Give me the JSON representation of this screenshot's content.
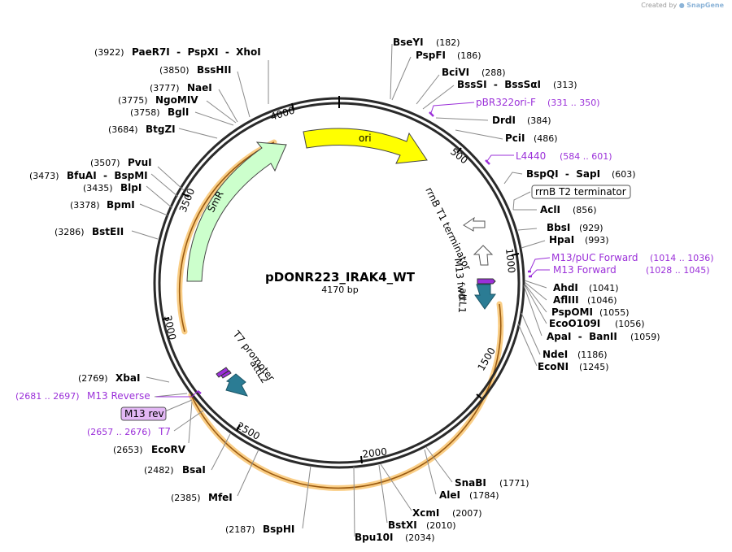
{
  "credit": {
    "prefix": "Created by",
    "brand": "SnapGene"
  },
  "plasmid": {
    "name": "pDONR223_IRAK4_WT",
    "length": "4170 bp"
  },
  "ticks": [
    "500",
    "1000",
    "1500",
    "2000",
    "2500",
    "3000",
    "3500",
    "4000"
  ],
  "sites_right": [
    {
      "name": "BseYI",
      "pos": "(182)"
    },
    {
      "name": "PspFI",
      "pos": "(186)"
    },
    {
      "name": "BciVI",
      "pos": "(288)"
    },
    {
      "name": "BssSI  -  BssSαI",
      "pos": "(313)"
    },
    {
      "name": "DrdI",
      "pos": "(384)"
    },
    {
      "name": "PciI",
      "pos": "(486)"
    },
    {
      "name": "BspQI  -  SapI",
      "pos": "(603)"
    },
    {
      "name": "AclI",
      "pos": "(856)"
    },
    {
      "name": "BbsI",
      "pos": "(929)"
    },
    {
      "name": "HpaI",
      "pos": "(993)"
    },
    {
      "name": "AhdI",
      "pos": "(1041)"
    },
    {
      "name": "AflIII",
      "pos": "(1046)"
    },
    {
      "name": "PspOMI",
      "pos": "(1055)"
    },
    {
      "name": "EcoO109I",
      "pos": "(1056)"
    },
    {
      "name": "ApaI  -  BanII",
      "pos": "(1059)"
    },
    {
      "name": "NdeI",
      "pos": "(1186)"
    },
    {
      "name": "EcoNI",
      "pos": "(1245)"
    },
    {
      "name": "SnaBI",
      "pos": "(1771)"
    },
    {
      "name": "AleI",
      "pos": "(1784)"
    },
    {
      "name": "XcmI",
      "pos": "(2007)"
    },
    {
      "name": "BstXI",
      "pos": "(2010)"
    },
    {
      "name": "Bpu10I",
      "pos": "(2034)"
    }
  ],
  "sites_left": [
    {
      "name": "PaeR7I  -  PspXI  -  XhoI",
      "pos": "(3922)"
    },
    {
      "name": "BssHII",
      "pos": "(3850)"
    },
    {
      "name": "NaeI",
      "pos": "(3777)"
    },
    {
      "name": "NgoMIV",
      "pos": "(3775)"
    },
    {
      "name": "BglI",
      "pos": "(3758)"
    },
    {
      "name": "BtgZI",
      "pos": "(3684)"
    },
    {
      "name": "PvuI",
      "pos": "(3507)"
    },
    {
      "name": "BfuAI  -  BspMI",
      "pos": "(3473)"
    },
    {
      "name": "BlpI",
      "pos": "(3435)"
    },
    {
      "name": "BpmI",
      "pos": "(3378)"
    },
    {
      "name": "BstEII",
      "pos": "(3286)"
    },
    {
      "name": "XbaI",
      "pos": "(2769)"
    },
    {
      "name": "EcoRV",
      "pos": "(2653)"
    },
    {
      "name": "BsaI",
      "pos": "(2482)"
    },
    {
      "name": "MfeI",
      "pos": "(2385)"
    },
    {
      "name": "BspHI",
      "pos": "(2187)"
    }
  ],
  "primers": [
    {
      "name": "pBR322ori-F",
      "pos": "(331 .. 350)"
    },
    {
      "name": "L4440",
      "pos": "(584 .. 601)"
    },
    {
      "name": "M13/pUC Forward",
      "pos": "(1014 .. 1036)"
    },
    {
      "name": "M13 Forward",
      "pos": "(1028 .. 1045)"
    },
    {
      "name": "M13 Reverse",
      "pos": "(2681 .. 2697)"
    },
    {
      "name": "T7",
      "pos": "(2657 .. 2676)"
    }
  ],
  "boxed_labels": {
    "rrnb_t2": "rrnB T2 terminator",
    "m13_rev": "M13 rev"
  },
  "features": {
    "ori": "ori",
    "smr": "SmR",
    "rrnb_t1": "rrnB T1 terminator",
    "m13_fwd": "M13 fwd",
    "attl1": "attL1",
    "t7_promoter": "T7 promoter",
    "attl2": "attL2"
  },
  "colors": {
    "ori": "#ffff00",
    "smr": "#ccffcc",
    "att": "#2b7c94",
    "primer": "#9b30d9",
    "highlight": "#f5a623"
  }
}
